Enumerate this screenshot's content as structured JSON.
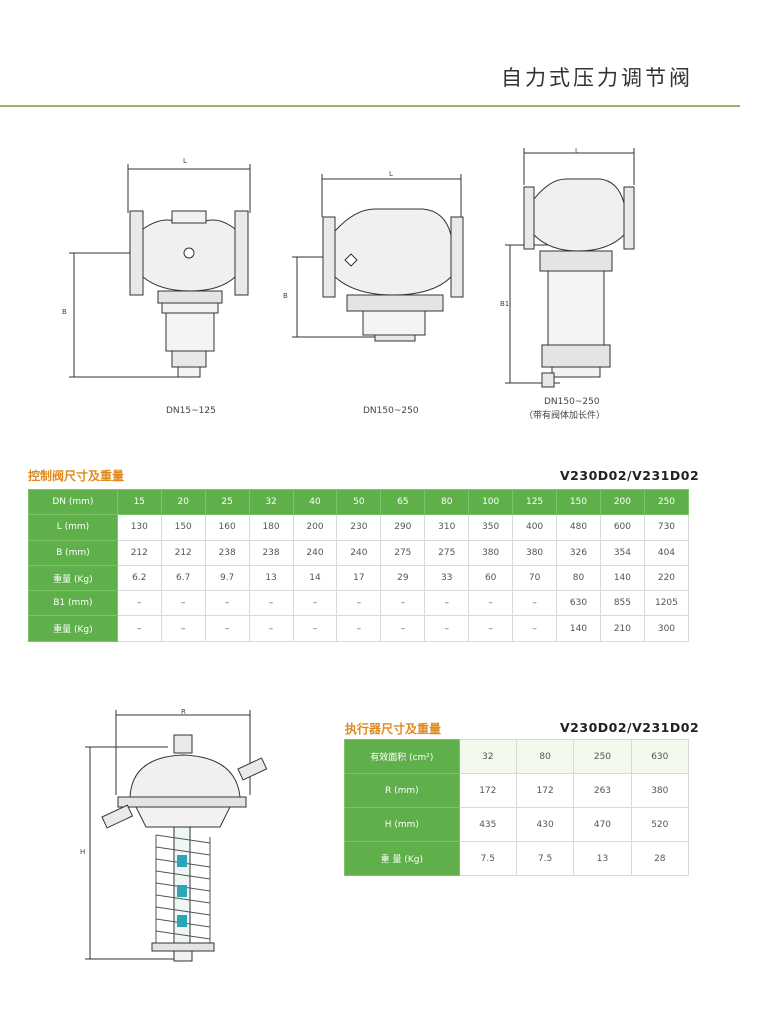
{
  "header": {
    "title": "自力式压力调节阀"
  },
  "drawings": {
    "valve_small": {
      "caption": "DN15~125",
      "dim_l": "L",
      "dim_b": "B"
    },
    "valve_large": {
      "caption": "DN150~250",
      "dim_l": "L",
      "dim_b": "B"
    },
    "valve_extended": {
      "caption": "DN150~250",
      "caption_note": "（带有阀体加长件）",
      "dim_l": "L",
      "dim_b": "B1"
    },
    "actuator": {
      "dim_r": "R",
      "dim_h": "H"
    }
  },
  "valve_table": {
    "heading": "控制阀尺寸及重量",
    "model": "V230D02/V231D02",
    "rows": [
      {
        "label": "DN (mm)",
        "cells": [
          "15",
          "20",
          "25",
          "32",
          "40",
          "50",
          "65",
          "80",
          "100",
          "125",
          "150",
          "200",
          "250"
        ]
      },
      {
        "label": "L (mm)",
        "cells": [
          "130",
          "150",
          "160",
          "180",
          "200",
          "230",
          "290",
          "310",
          "350",
          "400",
          "480",
          "600",
          "730"
        ]
      },
      {
        "label": "B (mm)",
        "cells": [
          "212",
          "212",
          "238",
          "238",
          "240",
          "240",
          "275",
          "275",
          "380",
          "380",
          "326",
          "354",
          "404"
        ]
      },
      {
        "label": "重量 (Kg)",
        "cells": [
          "6.2",
          "6.7",
          "9.7",
          "13",
          "14",
          "17",
          "29",
          "33",
          "60",
          "70",
          "80",
          "140",
          "220"
        ]
      },
      {
        "label": "B1 (mm)",
        "cells": [
          "–",
          "–",
          "–",
          "–",
          "–",
          "–",
          "–",
          "–",
          "–",
          "–",
          "630",
          "855",
          "1205"
        ]
      },
      {
        "label": "重量 (Kg)",
        "cells": [
          "–",
          "–",
          "–",
          "–",
          "–",
          "–",
          "–",
          "–",
          "–",
          "–",
          "140",
          "210",
          "300"
        ]
      }
    ]
  },
  "actuator_table": {
    "heading": "执行器尺寸及重量",
    "model": "V230D02/V231D02",
    "rows": [
      {
        "label": "有效面积 (cm²)",
        "cells": [
          "32",
          "80",
          "250",
          "630"
        ]
      },
      {
        "label": "R (mm)",
        "cells": [
          "172",
          "172",
          "263",
          "380"
        ]
      },
      {
        "label": "H (mm)",
        "cells": [
          "435",
          "430",
          "470",
          "520"
        ]
      },
      {
        "label": "重 量 (Kg)",
        "cells": [
          "7.5",
          "7.5",
          "13",
          "28"
        ]
      }
    ]
  },
  "colors": {
    "accent_green": "#5fb04a",
    "heading_orange": "#e08a1e",
    "rule_green": "#9ab06a"
  }
}
